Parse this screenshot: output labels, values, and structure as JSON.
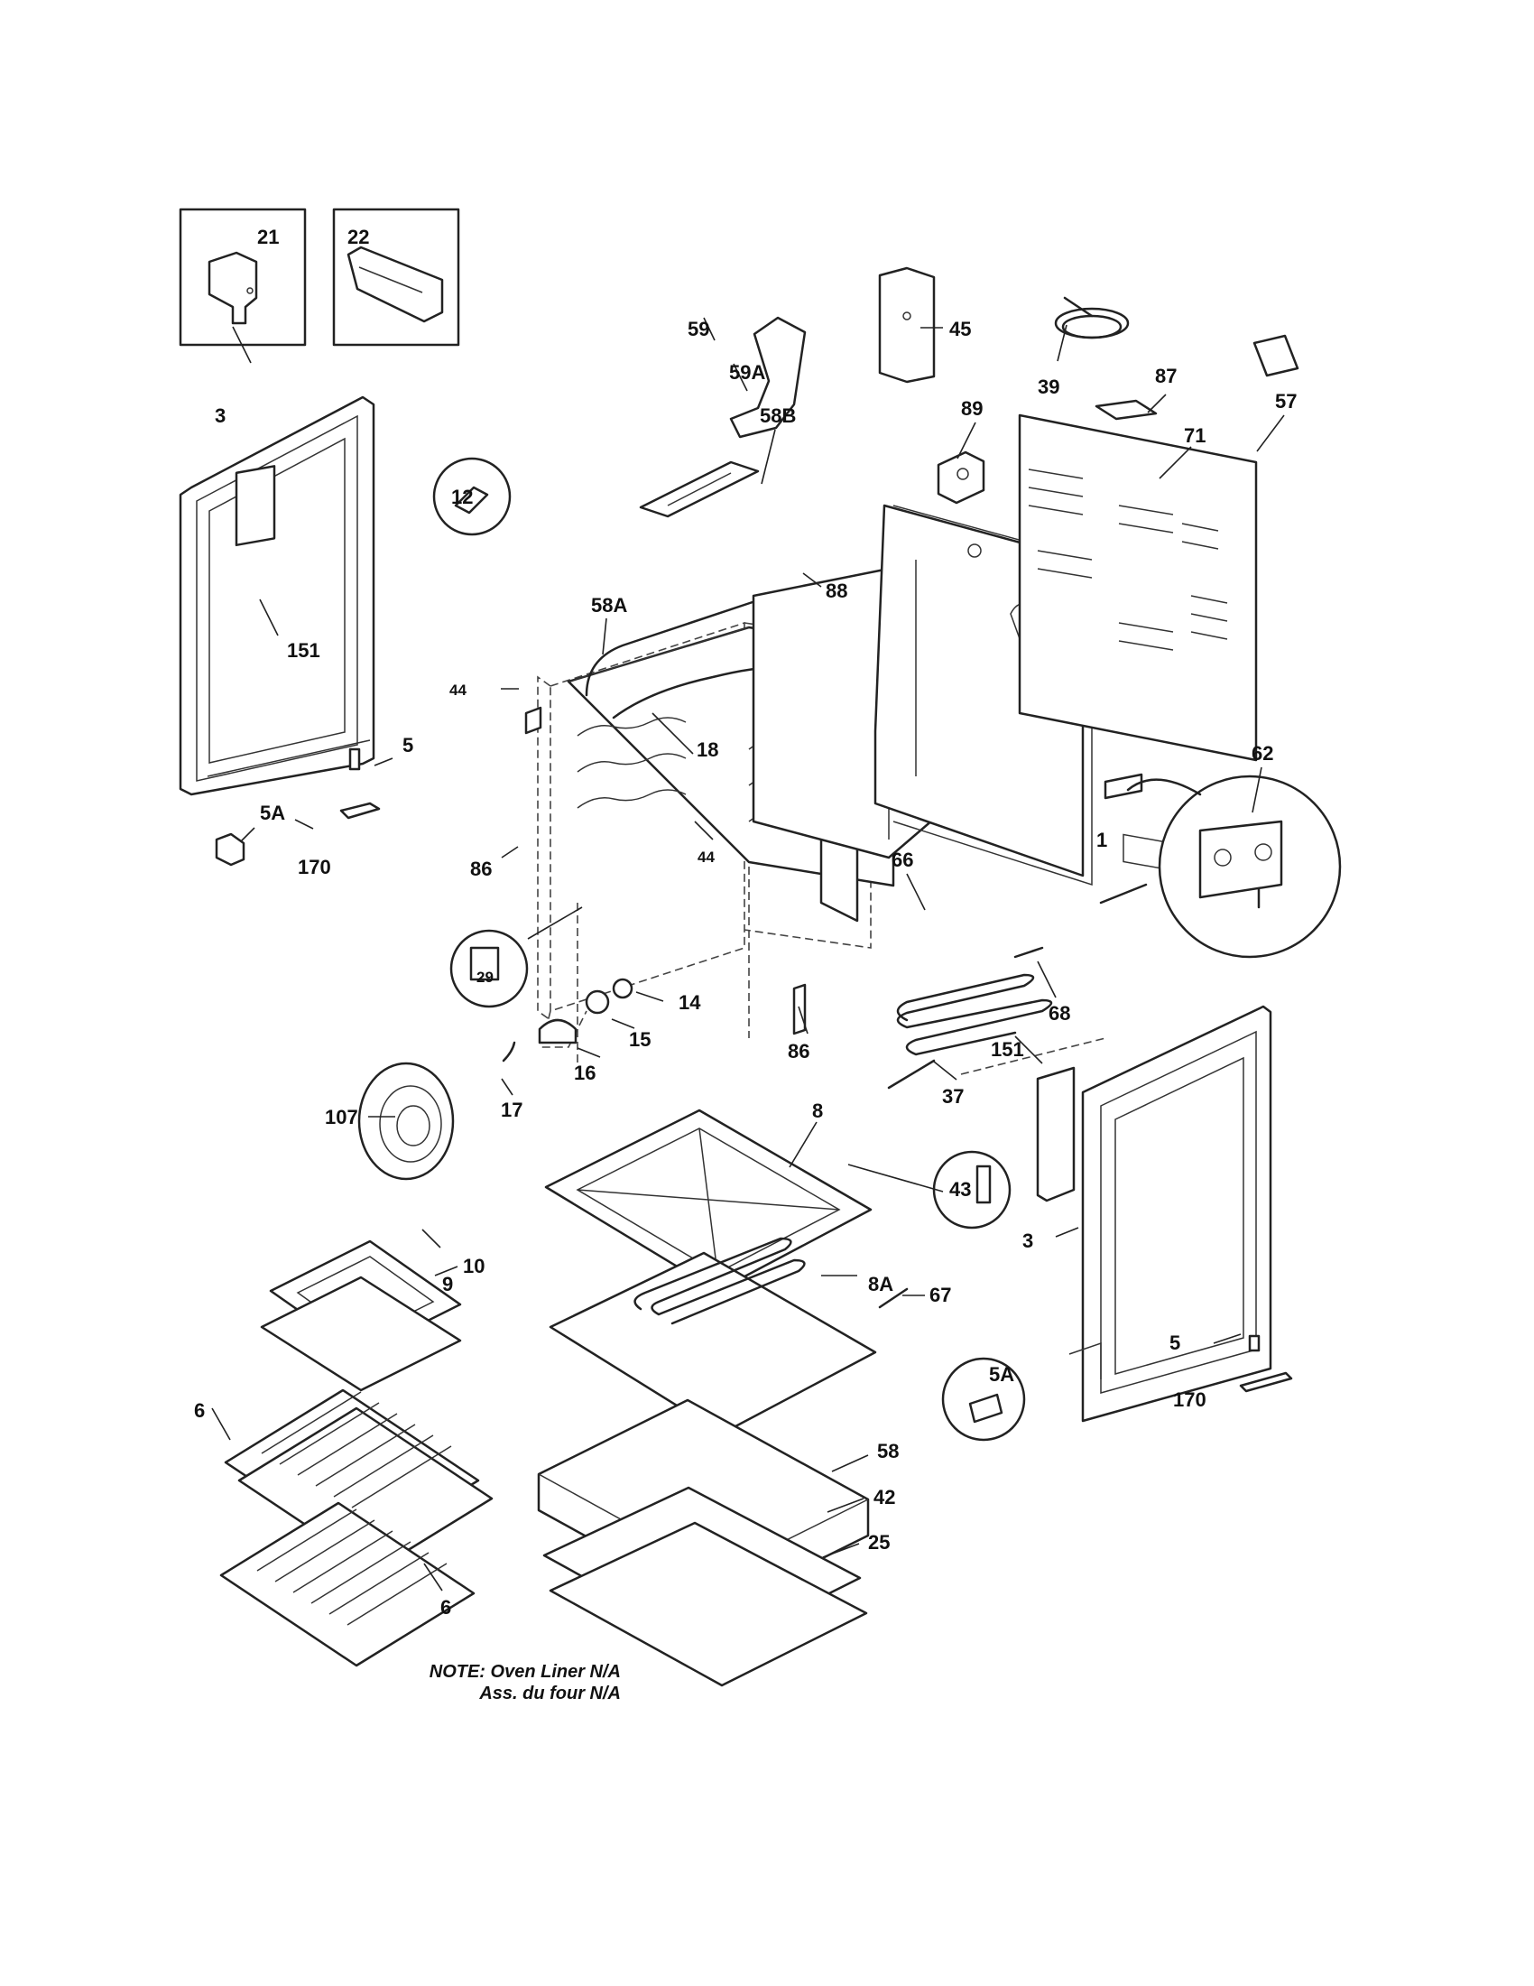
{
  "labels": {
    "p21": "21",
    "p22": "22",
    "p3a": "3",
    "p151a": "151",
    "p5a": "5",
    "p5Aa": "5A",
    "p170a": "170",
    "p12": "12",
    "p44a": "44",
    "p44b": "44",
    "p58A": "58A",
    "p18": "18",
    "p86a": "86",
    "p86b": "86",
    "p29": "29",
    "p14": "14",
    "p15": "15",
    "p16": "16",
    "p17": "17",
    "p59": "59",
    "p59A": "59A",
    "p45": "45",
    "p58B": "58B",
    "p88": "88",
    "p89": "89",
    "p39": "39",
    "p87": "87",
    "p57": "57",
    "p71": "71",
    "p1": "1",
    "p62": "62",
    "p66": "66",
    "p68": "68",
    "p151b": "151",
    "p37": "37",
    "p3b": "3",
    "p5b": "5",
    "p5Ab": "5A",
    "p170b": "170",
    "p107": "107",
    "p8": "8",
    "p43": "43",
    "p10": "10",
    "p9": "9",
    "p67": "67",
    "p8A": "8A",
    "p6a": "6",
    "p6b": "6",
    "p58": "58",
    "p42": "42",
    "p25": "25"
  },
  "note": {
    "line1": "NOTE: Oven Liner N/A",
    "line2": "Ass. du four N/A"
  }
}
